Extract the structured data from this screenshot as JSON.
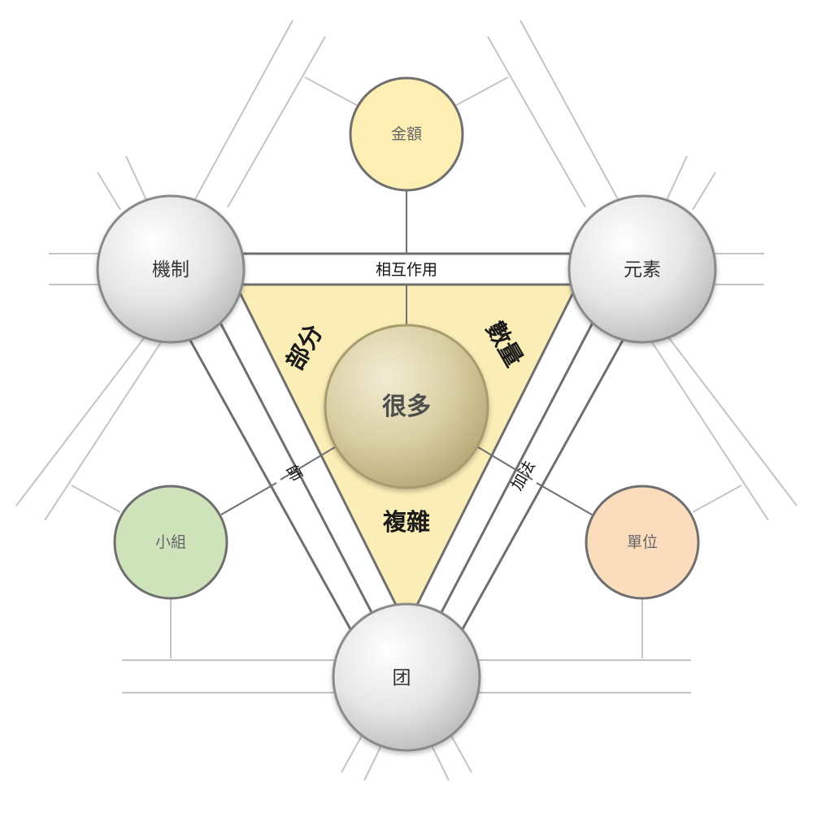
{
  "colors": {
    "triangle_fill": "#fbedb6",
    "satellite_top": "#fdefb3",
    "satellite_left": "#cfe3bb",
    "satellite_right": "#fbdcbd",
    "center": "#d7cca0",
    "corner": "#e7e7e7",
    "stroke": "#6f6f6f",
    "faint_line": "#bdbdbd"
  },
  "center": {
    "label": "很多"
  },
  "corners": {
    "top_left": "機制",
    "top_right": "元素",
    "bottom": "团"
  },
  "edges": {
    "top": "相互作用",
    "left": "師",
    "right": "加法"
  },
  "regions": {
    "top_left": "部分",
    "top_right": "數量",
    "bottom": "複雜"
  },
  "satellites": {
    "top": "金額",
    "left": "小組",
    "right": "單位"
  }
}
